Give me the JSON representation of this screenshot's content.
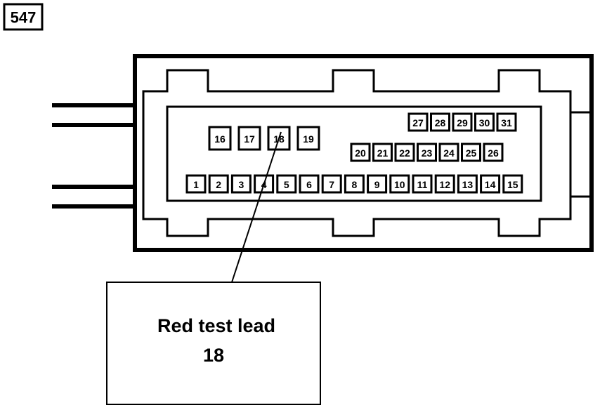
{
  "figure_number": "547",
  "connector": {
    "pins_row_top_right": [
      "27",
      "28",
      "29",
      "30",
      "31"
    ],
    "pins_row_middle_left": [
      "16",
      "17",
      "18",
      "19"
    ],
    "pins_row_middle_right": [
      "20",
      "21",
      "22",
      "23",
      "24",
      "25",
      "26"
    ],
    "pins_row_bottom": [
      "1",
      "2",
      "3",
      "4",
      "5",
      "6",
      "7",
      "8",
      "9",
      "10",
      "11",
      "12",
      "13",
      "14",
      "15"
    ]
  },
  "callout": {
    "line1": "Red test lead",
    "line2": "18",
    "target_pin": "18"
  }
}
